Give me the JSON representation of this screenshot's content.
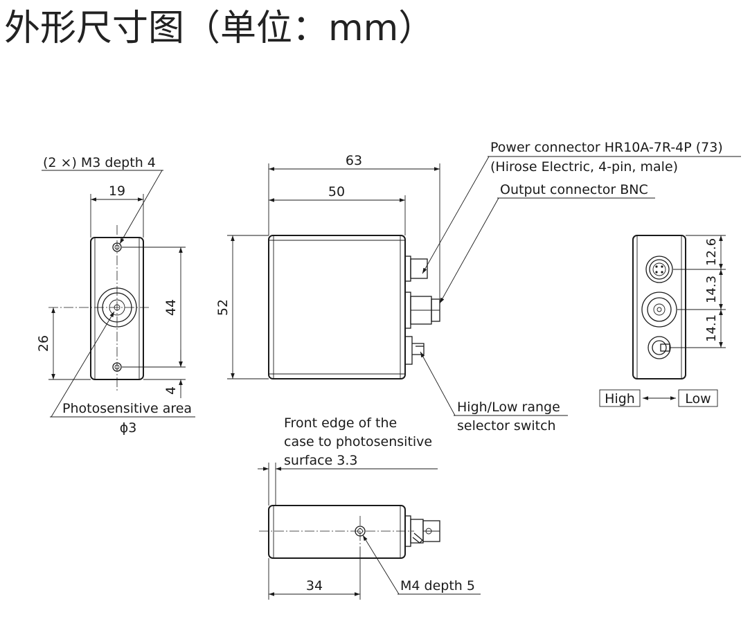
{
  "title": "外形尺寸图（单位：mm）",
  "front_view": {
    "mount_holes": "(2 ×) M3 depth 4",
    "dim_width": "19",
    "dim_hole_pitch": "44",
    "dim_center_height": "26",
    "dim_bottom_offset": "4",
    "sensor_label": "Photosensitive area",
    "sensor_diameter": "ϕ3"
  },
  "side_view": {
    "dim_total_length": "63",
    "dim_body_length": "50",
    "dim_height": "52",
    "power_connector_line1": "Power connector HR10A-7R-4P (73)",
    "power_connector_line2": "(Hirose Electric, 4-pin, male)",
    "output_connector": "Output connector BNC",
    "switch_line1": "High/Low range",
    "switch_line2": "selector switch"
  },
  "rear_view": {
    "dim_top": "12.6",
    "dim_middle": "14.3",
    "dim_bottom": "14.1",
    "switch_high": "High",
    "switch_low": "Low"
  },
  "bottom_view": {
    "note_line1": "Front edge of the",
    "note_line2": "case to photosensitive",
    "note_line3": "surface 3.3",
    "dim_hole_position": "34",
    "tapped_hole": "M4 depth 5"
  }
}
